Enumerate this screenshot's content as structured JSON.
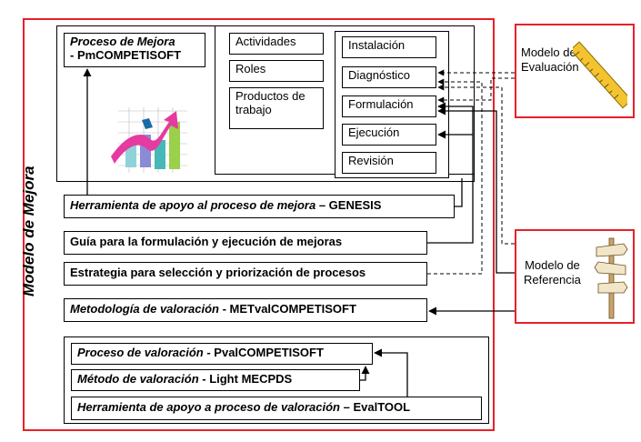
{
  "model": {
    "title": "Modelo de Mejora"
  },
  "process": {
    "title_italic": "Proceso de Mejora",
    "title_code": "- PmCOMPETISOFT"
  },
  "elements": [
    "Actividades",
    "Roles",
    "Productos de trabajo"
  ],
  "phases": [
    "Instalación",
    "Diagnóstico",
    "Formulación",
    "Ejecución",
    "Revisión"
  ],
  "genesis": {
    "italic": "Herramienta de apoyo al proceso de mejora",
    "code": " – GENESIS"
  },
  "guide": "Guía para la formulación y ejecución de mejoras",
  "strategy": "Estrategia para selección y priorización de procesos",
  "metvalue": {
    "italic": "Metodología de valoración",
    "code": " - METvalCOMPETISOFT"
  },
  "pval": {
    "italic": "Proceso de valoración",
    "code": " - PvalCOMPETISOFT"
  },
  "method": {
    "italic": "Método de valoración",
    "code": " - Light MECPDS"
  },
  "evaltool": {
    "italic": "Herramienta de apoyo a proceso de valoración",
    "code": " – EvalTOOL"
  },
  "eval_model": {
    "line1": "Modelo de",
    "line2": "Evaluación"
  },
  "ref_model": {
    "line1": "Modelo de",
    "line2": "Referencia"
  },
  "colors": {
    "frame": "#e8202a",
    "line": "#000000"
  }
}
